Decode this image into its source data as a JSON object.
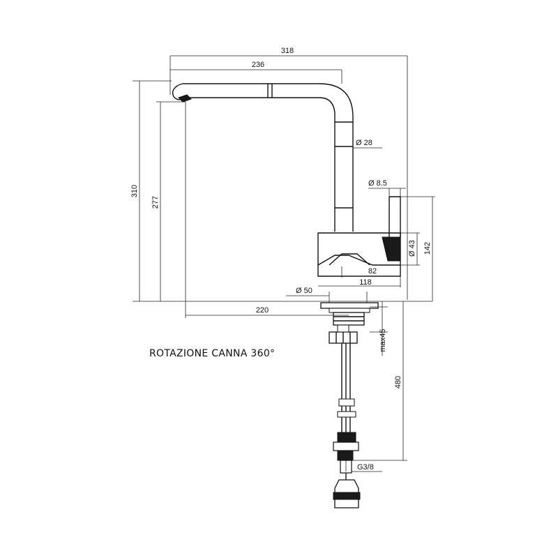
{
  "diagram": {
    "dimensions": {
      "d318": "318",
      "d236": "236",
      "d310": "310",
      "d277": "277",
      "d220": "220",
      "d28": "Ø 28",
      "d8_5": "Ø 8.5",
      "d43": "Ø 43",
      "d142": "142",
      "d82": "82",
      "d118": "118",
      "d50": "Ø 50",
      "dmax45": "max45",
      "d480": "480",
      "dg38": "G3/8"
    },
    "caption": "ROTAZIONE CANNA 360°"
  }
}
